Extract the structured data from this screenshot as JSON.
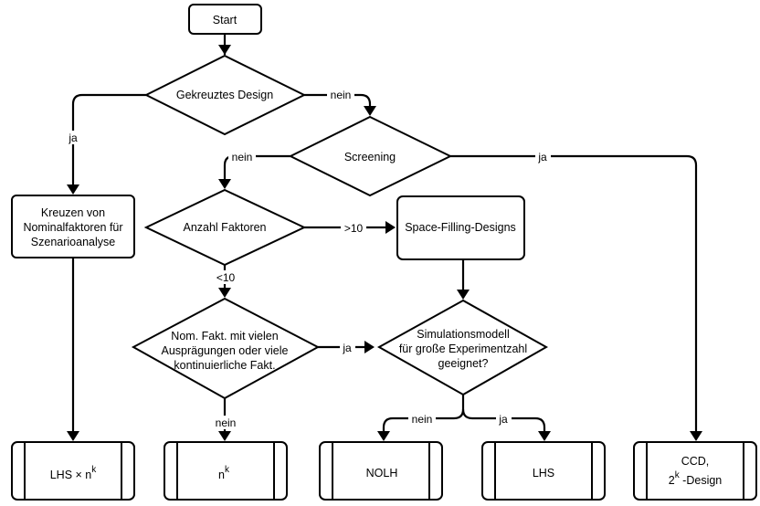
{
  "nodes": {
    "start": {
      "lines": [
        "Start"
      ]
    },
    "crossed_design": {
      "lines": [
        "Gekreuztes Design"
      ]
    },
    "screening": {
      "lines": [
        "Screening"
      ]
    },
    "cross_nominal": {
      "lines": [
        "Kreuzen von",
        "Nominalfaktoren für",
        "Szenarioanalyse"
      ]
    },
    "num_factors": {
      "lines": [
        "Anzahl Faktoren"
      ]
    },
    "space_filling": {
      "lines": [
        "Space-Filling-Designs"
      ]
    },
    "nominal_factors": {
      "lines": [
        "Nom. Fakt. mit vielen",
        "Ausprägungen oder viele",
        "kontinuierliche Fakt."
      ]
    },
    "sim_model": {
      "lines": [
        "Simulationsmodell",
        "für große Experimentzahl",
        "geeignet?"
      ]
    },
    "lhs_nk": {
      "text": "LHS × n",
      "sup": "k"
    },
    "nk": {
      "text": "n",
      "sup": "k"
    },
    "nolh": {
      "lines": [
        "NOLH"
      ]
    },
    "lhs": {
      "lines": [
        "LHS"
      ]
    },
    "ccd": {
      "line1": "CCD,",
      "line2_base": "2",
      "line2_sup": "k",
      "line2_rest": " -Design"
    }
  },
  "edge_labels": {
    "crossed_no": "nein",
    "crossed_yes": "ja",
    "screening_no": "nein",
    "screening_yes": "ja",
    "factors_gt": ">10",
    "factors_lt": "<10",
    "nominal_yes": "ja",
    "nominal_no": "nein",
    "sim_no": "nein",
    "sim_yes": "ja"
  }
}
